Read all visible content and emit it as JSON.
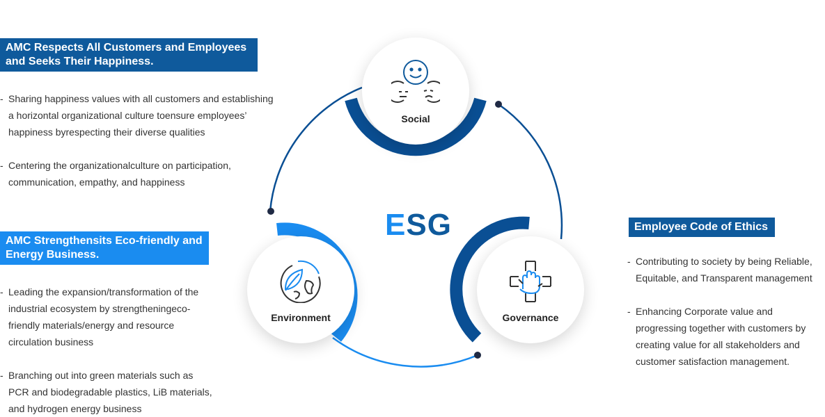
{
  "social_panel": {
    "title_line1": "AMC Respects All Customers and Employees",
    "title_line2": "and Seeks Their Happiness.",
    "bullets": [
      [
        "Sharing happiness values with all customers and establishing",
        "a horizontal organizational culture toensure employees’",
        "happiness byrespecting their diverse qualities"
      ],
      [
        "Centering the organizationalculture on participation,",
        "communication, empathy, and happiness"
      ]
    ]
  },
  "environment_panel": {
    "title_line1": "AMC Strengthensits Eco-friendly and",
    "title_line2": "Energy Business.",
    "bullets": [
      [
        "Leading the expansion/transformation of the",
        "industrial ecosystem by strengtheningeco-",
        "friendly materials/energy and resource",
        "circulation business"
      ],
      [
        "Branching out into green materials such as",
        "PCR and biodegradable plastics, LiB materials,",
        "and hydrogen energy business"
      ]
    ]
  },
  "governance_panel": {
    "title": "Employee Code of Ethics",
    "bullets": [
      [
        "Contributing to society by being Reliable,",
        "Equitable, and Transparent management"
      ],
      [
        "Enhancing Corporate value and",
        "progressing together with customers by",
        "creating value for all stakeholders and",
        "customer satisfaction management."
      ]
    ]
  },
  "center": {
    "e": "E",
    "sg": "SG"
  },
  "nodes": {
    "social": "Social",
    "environment": "Environment",
    "governance": "Governance"
  },
  "colors": {
    "dark_blue": "#0f5a9c",
    "bright_blue": "#1a8cf0",
    "ring_dark": "#0a4f94",
    "dot": "#1f2a44"
  },
  "icons": {
    "social": "smiley-faces-icon",
    "environment": "leaf-globe-icon",
    "governance": "joined-hands-icon"
  }
}
